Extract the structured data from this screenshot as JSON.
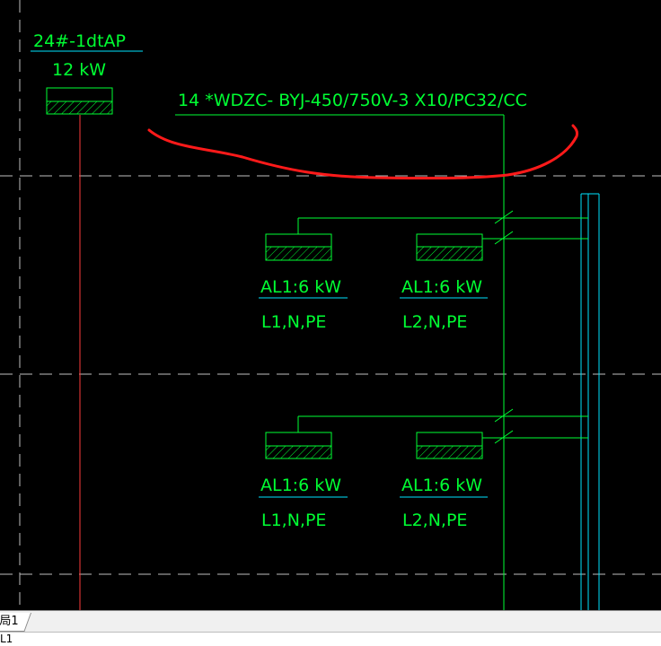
{
  "drawing": {
    "panel": {
      "name": "24#-1dtAP",
      "power": "12  kW"
    },
    "cable_spec": "14 *WDZC- BYJ-450/750V-3 X10/PC32/CC",
    "loads": [
      {
        "power": "AL1:6 kW",
        "phases": "L1,N,PE"
      },
      {
        "power": "AL1:6 kW",
        "phases": "L2,N,PE"
      },
      {
        "power": "AL1:6 kW",
        "phases": "L1,N,PE"
      },
      {
        "power": "AL1:6 kW",
        "phases": "L2,N,PE"
      }
    ],
    "colors": {
      "background": "#000000",
      "wire": "#00ff33",
      "label_underline": "#00e5ff",
      "riser": "#ff3b3b",
      "markup": "#ff1a1a",
      "grid": "#bfbfbf"
    }
  },
  "layout_tabs": [
    {
      "label": "局1"
    }
  ],
  "status": {
    "text": "L1"
  }
}
